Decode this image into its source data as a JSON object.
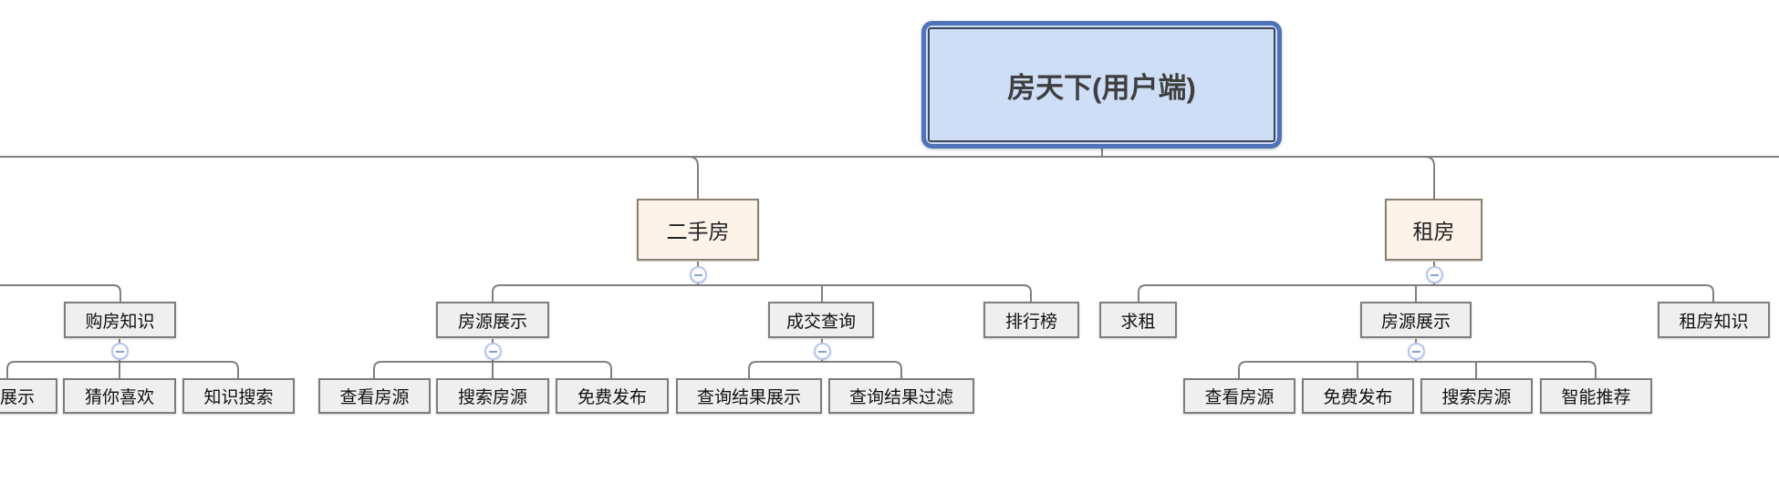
{
  "nodes": {
    "root": {
      "label": "房天下(用户端)"
    },
    "second_hand": {
      "label": "二手房"
    },
    "rent": {
      "label": "租房"
    },
    "buy_knowledge": {
      "label": "购房知识"
    },
    "display_cut": {
      "label": "展示"
    },
    "guess_you_like": {
      "label": "猜你喜欢"
    },
    "knowledge_search": {
      "label": "知识搜索"
    },
    "listing_display_esf": {
      "label": "房源展示"
    },
    "view_listings_esf": {
      "label": "查看房源"
    },
    "search_listings_esf": {
      "label": "搜索房源"
    },
    "free_publish_esf": {
      "label": "免费发布"
    },
    "deal_query": {
      "label": "成交查询"
    },
    "query_result_display": {
      "label": "查询结果展示"
    },
    "query_result_filter": {
      "label": "查询结果过滤"
    },
    "ranking": {
      "label": "排行榜"
    },
    "seek_rent": {
      "label": "求租"
    },
    "listing_display_zf": {
      "label": "房源展示"
    },
    "view_listings_zf": {
      "label": "查看房源"
    },
    "free_publish_zf": {
      "label": "免费发布"
    },
    "search_listings_zf": {
      "label": "搜索房源"
    },
    "smart_recommend": {
      "label": "智能推荐"
    },
    "rent_knowledge": {
      "label": "租房知识"
    }
  },
  "structure": {
    "房天下(用户端)": {
      "二手房": {
        "房源展示": [
          "查看房源",
          "搜索房源",
          "免费发布"
        ],
        "成交查询": [
          "查询结果展示",
          "查询结果过滤"
        ],
        "排行榜": []
      },
      "租房": {
        "求租": [],
        "房源展示": [
          "查看房源",
          "免费发布",
          "搜索房源",
          "智能推荐"
        ],
        "租房知识": []
      }
    },
    "offscreen_left_branch": {
      "购房知识": [
        "展示",
        "猜你喜欢",
        "知识搜索"
      ]
    }
  },
  "icons": {
    "collapse": "minus-in-circle"
  },
  "colors": {
    "root_fill": "#cfdef7",
    "root_border_outer": "#4e73b8",
    "root_border_inner": "#3d4455",
    "branch_fill": "#fdf3e9",
    "branch_border": "#8a8171",
    "node_fill": "#efefef",
    "node_border": "#7d7d7d",
    "connector": "#808080",
    "collapse_border": "#b5c6ea",
    "collapse_minus": "#8aa0cc",
    "text": "#222222"
  }
}
